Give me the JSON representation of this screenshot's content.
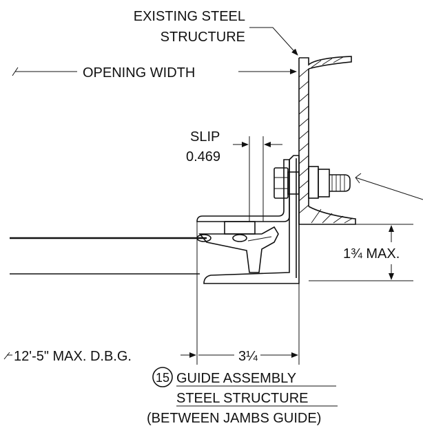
{
  "labels": {
    "existing_steel_line1": "EXISTING STEEL",
    "existing_steel_line2": "STRUCTURE",
    "opening_width": "OPENING WIDTH",
    "slip_label": "SLIP",
    "slip_value": "0.469",
    "max_height": "1¾ MAX.",
    "max_dbg": "12'-5\" MAX. D.B.G.",
    "width_dim": "3¼",
    "callout_number": "15",
    "title_line1": "GUIDE ASSEMBLY",
    "title_line2": "STEEL STRUCTURE",
    "title_line3": "(BETWEEN JAMBS GUIDE)"
  },
  "colors": {
    "ink": "#111111",
    "background": "#ffffff"
  }
}
